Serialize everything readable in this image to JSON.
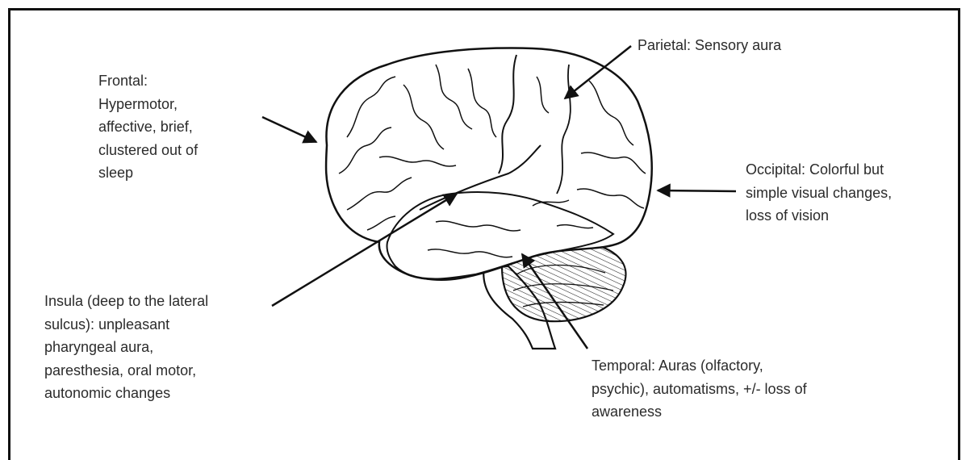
{
  "labels": {
    "frontal": "Frontal:\nHypermotor,\naffective, brief,\nclustered out of\nsleep",
    "parietal": "Parietal: Sensory aura",
    "occipital": "Occipital: Colorful but\nsimple visual changes,\nloss of vision",
    "insula": "Insula (deep to the lateral\nsulcus): unpleasant\npharyngeal aura,\nparesthesia, oral motor,\nautonomic changes",
    "temporal": "Temporal: Auras (olfactory,\npsychic), automatisms, +/- loss of\nawareness"
  },
  "colors": {
    "line": "#111111",
    "text": "#2b2b2b"
  }
}
